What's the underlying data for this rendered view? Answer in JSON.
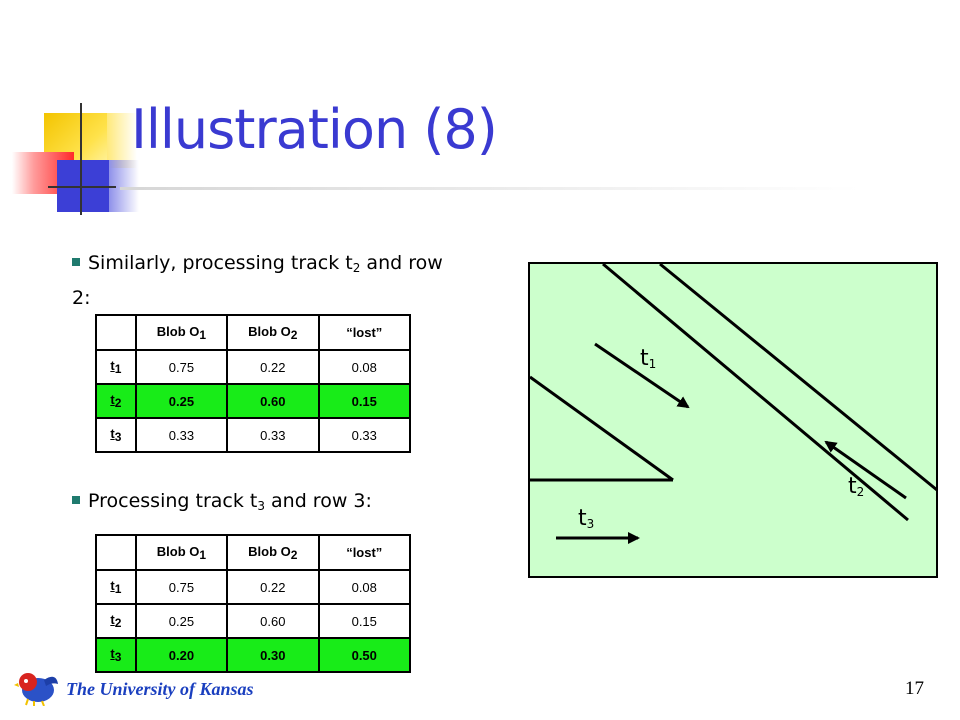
{
  "slide": {
    "title": "Illustration (8)",
    "page_number": "17",
    "footer": "The University of Kansas"
  },
  "bullets": [
    {
      "pre": "Similarly, processing track t",
      "sub": "2",
      "post": " and row 2:"
    },
    {
      "pre": "Processing track t",
      "sub": "3",
      "post": " and row 3:"
    }
  ],
  "table_headers": [
    {
      "text": "Blob O",
      "sub": "1"
    },
    {
      "text": "Blob O",
      "sub": "2"
    },
    {
      "text": "“lost”",
      "sub": ""
    }
  ],
  "table1": {
    "highlight_row": 1,
    "rows": [
      {
        "label": "t",
        "sub": "1",
        "values": [
          "0.75",
          "0.22",
          "0.08"
        ]
      },
      {
        "label": "t",
        "sub": "2",
        "values": [
          "0.25",
          "0.60",
          "0.15"
        ]
      },
      {
        "label": "t",
        "sub": "3",
        "values": [
          "0.33",
          "0.33",
          "0.33"
        ]
      }
    ]
  },
  "table2": {
    "highlight_row": 2,
    "rows": [
      {
        "label": "t",
        "sub": "1",
        "values": [
          "0.75",
          "0.22",
          "0.08"
        ]
      },
      {
        "label": "t",
        "sub": "2",
        "values": [
          "0.25",
          "0.60",
          "0.15"
        ]
      },
      {
        "label": "t",
        "sub": "3",
        "values": [
          "0.20",
          "0.30",
          "0.50"
        ]
      }
    ]
  },
  "diagram": {
    "background": "#ccffcc",
    "labels": [
      {
        "text": "t",
        "sub": "1"
      },
      {
        "text": "t",
        "sub": "2"
      },
      {
        "text": "t",
        "sub": "3"
      }
    ]
  },
  "colors": {
    "title": "#3a3ad1",
    "highlight": "#18ec18",
    "footer": "#1a3fbf"
  }
}
